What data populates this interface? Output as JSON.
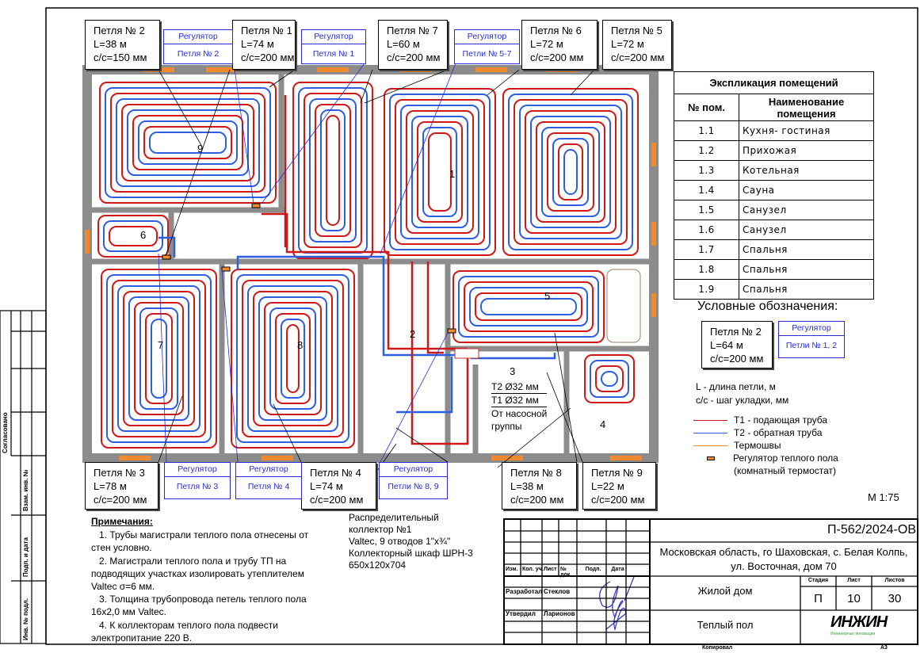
{
  "loops_top": [
    {
      "title": "Петля № 2",
      "length": "L=38 м",
      "step": "с/с=150 мм"
    },
    {
      "title": "Петля № 1",
      "length": "L=74 м",
      "step": "с/с=200 мм"
    },
    {
      "title": "Петля № 7",
      "length": "L=60 м",
      "step": "с/с=200 мм"
    },
    {
      "title": "Петля № 6",
      "length": "L=72 м",
      "step": "с/с=200 мм"
    },
    {
      "title": "Петля № 5",
      "length": "L=72 м",
      "step": "с/с=200 мм"
    }
  ],
  "loops_bottom": [
    {
      "title": "Петля № 3",
      "length": "L=78 м",
      "step": "с/с=200 мм"
    },
    {
      "title": "Петля № 4",
      "length": "L=74 м",
      "step": "с/с=200 мм"
    },
    {
      "title": "Петля № 8",
      "length": "L=38 м",
      "step": "с/с=200 мм"
    },
    {
      "title": "Петля № 9",
      "length": "L=22 м",
      "step": "с/с=200 мм"
    }
  ],
  "regulators": [
    {
      "title": "Регулятор",
      "loops": "Петля № 2"
    },
    {
      "title": "Регулятор",
      "loops": "Петля № 1"
    },
    {
      "title": "Регулятор",
      "loops": "Петли № 5-7"
    },
    {
      "title": "Регулятор",
      "loops": "Петля № 3"
    },
    {
      "title": "Регулятор",
      "loops": "Петля № 4"
    },
    {
      "title": "Регулятор",
      "loops": "Петли № 8, 9"
    }
  ],
  "rooms": [
    "1",
    "2",
    "3",
    "4",
    "5",
    "6",
    "7",
    "8",
    "9"
  ],
  "boiler_pipes": {
    "t2": "Т2 Ø32 мм",
    "t1": "Т1 Ø32 мм",
    "from": "От насосной",
    "from2": "группы"
  },
  "explication": {
    "title": "Экспликация помещений",
    "col_num": "№ пом.",
    "col_name": "Наименование помещения",
    "rows": [
      {
        "num": "1.1",
        "name": "Кухня- гостиная"
      },
      {
        "num": "1.2",
        "name": "Прихожая"
      },
      {
        "num": "1.3",
        "name": "Котельная"
      },
      {
        "num": "1.4",
        "name": "Сауна"
      },
      {
        "num": "1.5",
        "name": "Санузел"
      },
      {
        "num": "1.6",
        "name": "Санузел"
      },
      {
        "num": "1.7",
        "name": "Спальня"
      },
      {
        "num": "1.8",
        "name": "Спальня"
      },
      {
        "num": "1.9",
        "name": "Спальня"
      }
    ]
  },
  "legend": {
    "title": "Условные обозначения:",
    "sample_loop": {
      "title": "Петля № 2",
      "length": "L=64 м",
      "step": "с/с=200 мм"
    },
    "sample_reg": {
      "title": "Регулятор",
      "loops": "Петли № 1, 2"
    },
    "l_desc": "L - длина петли, м",
    "cc_desc": "с/с - шаг укладки, мм",
    "t1": "Т1 - подающая труба",
    "t2": "Т2 - обратная труба",
    "thermo": "Термошвы",
    "reg": "Регулятор теплого пола",
    "reg2": "(комнатный термостат)",
    "colors": {
      "t1": "#d01818",
      "t2": "#2f5fe0",
      "thermo": "#f08a30"
    }
  },
  "scale": "М 1:75",
  "notes": {
    "title": "Примечания:",
    "items": [
      "1.    Трубы магистрали теплого пола отнесены от стен условно.",
      "2.    Магистрали теплого пола и трубу ТП на подводящих участках изолировать утеплителем Valtec σ=6 мм.",
      "3.    Толщина трубопровода петель теплого пола 16х2,0 мм Valtec.",
      "4.    К коллекторам теплого пола подвести электропитание 220 В."
    ]
  },
  "collector": [
    "Распределительный",
    "коллектор №1",
    "Valtec, 9 отводов 1\"х¾\"",
    "Коллекторный шкаф ШРН-3",
    "650х120х704"
  ],
  "title_block": {
    "code": "П-562/2024-ОВ",
    "address1": "Московская область, го Шаховская, с. Белая Колпь,",
    "address2": "ул. Восточная, дом 70",
    "object": "Жилой дом",
    "sheet_title": "Теплый пол",
    "stage_h": "Стадия",
    "sheet_h": "Лист",
    "sheets_h": "Листов",
    "stage": "П",
    "sheet": "10",
    "sheets": "30",
    "cols": [
      "Изм.",
      "Кол. уч.",
      "Лист",
      "№ док.",
      "Подп.",
      "Дата"
    ],
    "dev_label": "Разработал",
    "dev_name": "Стеклов",
    "appr_label": "Утвердил",
    "appr_name": "Ларионов",
    "logo": "ИНЖИН",
    "logo_sub": "Инженерные инновации",
    "copied": "Копировал",
    "format": "А3"
  },
  "side_stamp": {
    "agreed": "Согласовано",
    "inv_repl": "Взам. инв. №",
    "sign_date": "Подп. и дата",
    "inv_orig": "Инв. № подл."
  }
}
